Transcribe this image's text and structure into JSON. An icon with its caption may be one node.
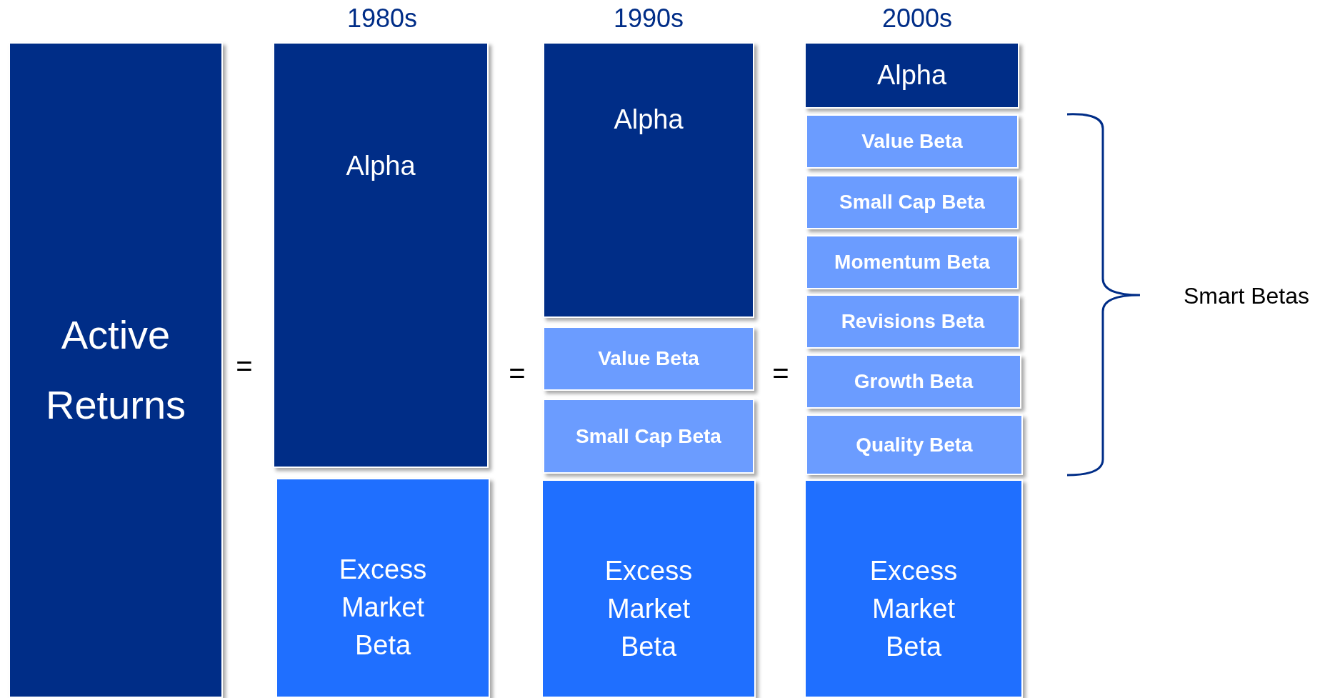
{
  "diagram": {
    "nodes": [
      {
        "text": [
          "Active Returns"
        ]
      },
      {
        "text": [
          "Alpha"
        ]
      },
      {
        "text": [
          "Excess Market Beta"
        ]
      },
      {
        "text": [
          "Alpha"
        ]
      },
      {
        "text": [
          "Value Beta"
        ]
      },
      {
        "text": [
          "Small Cap Beta"
        ]
      },
      {
        "text": [
          "Excess Market Beta"
        ]
      },
      {
        "text": [
          "Alpha"
        ]
      },
      {
        "text": [
          "Value Beta"
        ]
      },
      {
        "text": [
          "Small Cap Beta"
        ]
      },
      {
        "text": [
          "Momentum Beta"
        ]
      },
      {
        "text": [
          "Revisions Beta"
        ]
      },
      {
        "text": [
          "Growth Beta"
        ]
      },
      {
        "text": [
          "Quality Beta"
        ]
      },
      {
        "text": [
          "Excess Market Beta"
        ]
      }
    ],
    "labels": [
      "1980s",
      "1990s",
      "2000s",
      "Smart Betas",
      "=",
      "=",
      "="
    ]
  }
}
